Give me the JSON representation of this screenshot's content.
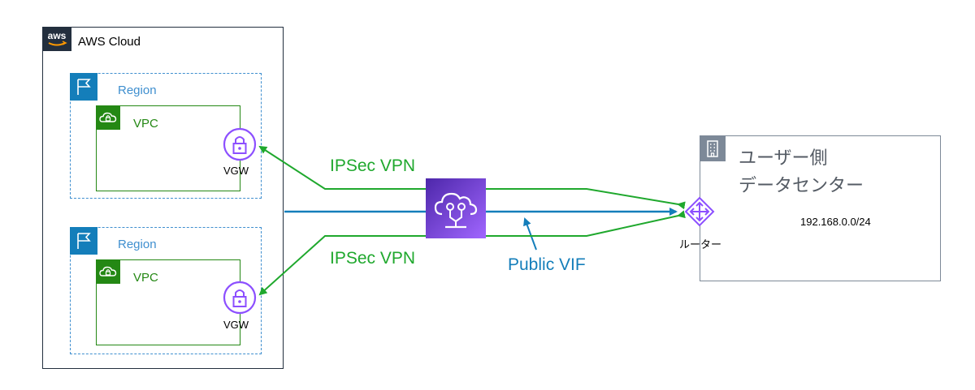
{
  "aws_cloud": {
    "label": "AWS Cloud",
    "logo_text": "aws"
  },
  "regions": [
    {
      "label": "Region",
      "vpc_label": "VPC",
      "gateway_label": "VGW"
    },
    {
      "label": "Region",
      "vpc_label": "VPC",
      "gateway_label": "VGW"
    }
  ],
  "connections": {
    "vpn_top_label": "IPSec VPN",
    "vpn_bottom_label": "IPSec VPN",
    "vif_label": "Public VIF"
  },
  "datacenter": {
    "title_line1": "ユーザー側",
    "title_line2": "データセンター",
    "cidr": "192.168.0.0/24",
    "router_label": "ルーター"
  },
  "colors": {
    "aws_dark": "#232f3e",
    "region_blue": "#147eba",
    "vpc_green": "#248814",
    "vpn_green": "#1fa82d",
    "vgw_purple": "#8c4fff",
    "dc_gray": "#7d8998"
  },
  "icons": [
    "aws-logo",
    "region-flag-icon",
    "vpc-cloud-lock-icon",
    "vgw-lock-icon",
    "direct-connect-icon",
    "building-icon",
    "router-icon"
  ]
}
